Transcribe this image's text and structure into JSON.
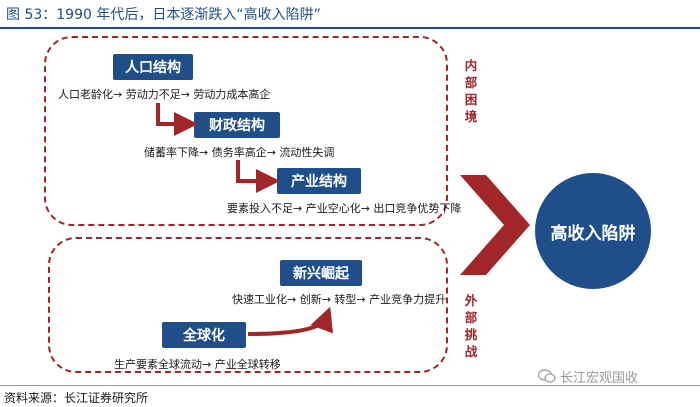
{
  "figure": {
    "title": "图 53：1990 年代后，日本逐渐跌入“高收入陷阱”",
    "source": "资料来源：长江证券研究所"
  },
  "groups": {
    "internal": {
      "label": "内部困境",
      "nodes": [
        {
          "title": "人口结构",
          "chain": "人口老龄化→ 劳动力不足→ 劳动力成本高企"
        },
        {
          "title": "财政结构",
          "chain": "储蓄率下降→ 债务率高企→ 流动性失调"
        },
        {
          "title": "产业结构",
          "chain": "要素投入不足→ 产业空心化→ 出口竞争优势下降"
        }
      ]
    },
    "external": {
      "label": "外部挑战",
      "nodes": [
        {
          "title": "新兴崛起",
          "chain": "快速工业化→ 创新→ 转型→ 产业竞争力提升"
        },
        {
          "title": "全球化",
          "chain": "生产要素全球流动→ 产业全球转移"
        }
      ]
    }
  },
  "result": {
    "label": "高收入陷阱"
  },
  "watermark": {
    "text": "长江宏观国收",
    "icon": "wechat-icon"
  },
  "colors": {
    "navy": "#1f4e89",
    "red": "#a0262a"
  }
}
